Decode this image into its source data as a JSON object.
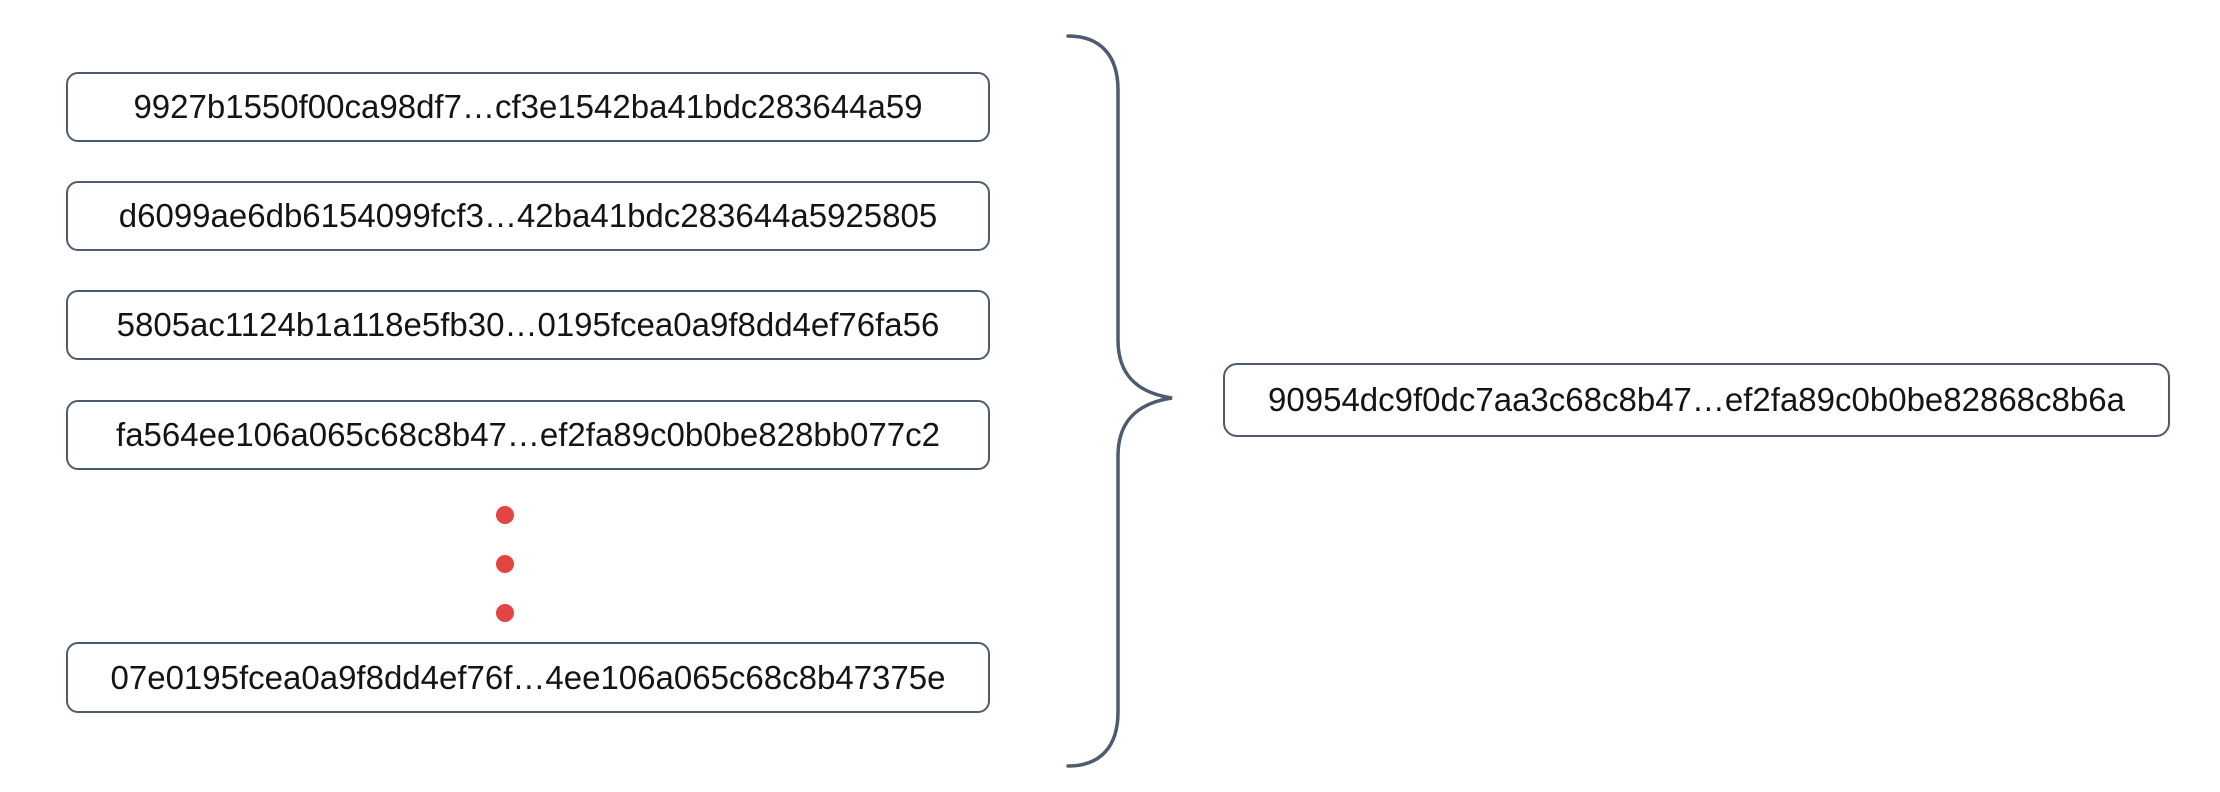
{
  "diagram": {
    "left_blocks": [
      {
        "label": "9927b1550f00ca98df7…cf3e1542ba41bdc283644a59"
      },
      {
        "label": "d6099ae6db6154099fcf3…42ba41bdc283644a5925805"
      },
      {
        "label": "5805ac1124b1a118e5fb30…0195fcea0a9f8dd4ef76fa56"
      },
      {
        "label": "fa564ee106a065c68c8b47…ef2fa89c0b0be828bb077c2"
      },
      {
        "label": "07e0195fcea0a9f8dd4ef76f…4ee106a065c68c8b47375e"
      }
    ],
    "ellipsis_dot_count": 3,
    "result_block": {
      "label": "90954dc9f0dc7aa3c68c8b47…ef2fa89c0b0be82868c8b6a"
    },
    "colors": {
      "box_border": "#4d5b70",
      "box_fill": "#ffffff",
      "text": "#141414",
      "dots": "#e34444",
      "brace": "#4d5b70"
    }
  }
}
